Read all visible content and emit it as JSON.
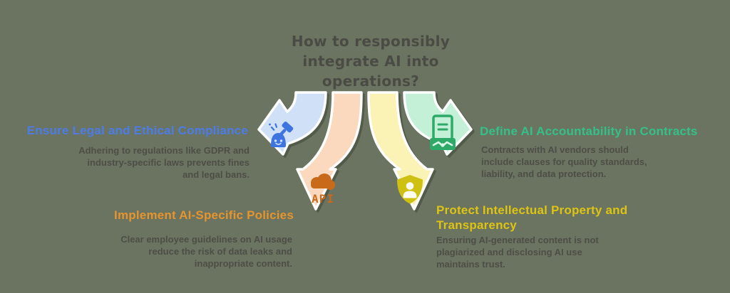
{
  "canvas": {
    "background": "#6B7460",
    "title": "How to responsibly integrate AI into operations?",
    "title_color": "#4A4B44",
    "body_text_color": "#4D4E47",
    "arrow_outline_color": "#FFFFFF"
  },
  "sections": {
    "compliance": {
      "heading": "Ensure Legal and Ethical Compliance",
      "description": "Adhering to regulations like GDPR and industry-specific laws prevents fines and legal bans.",
      "heading_color": "#4C7CE6",
      "arrow_fill": "#CFE0F7",
      "icon": "gavel-icon",
      "icon_color": "#3D74E0"
    },
    "policies": {
      "heading": "Implement AI-Specific Policies",
      "description": "Clear employee guidelines on AI usage reduce the risk of data leaks and inappropriate content.",
      "heading_color": "#E6952E",
      "arrow_fill": "#FAD9BE",
      "icon": "cloud-api-icon",
      "icon_label": "API",
      "icon_color": "#C96A1B"
    },
    "contracts": {
      "heading": "Define AI Accountability in Contracts",
      "description": "Contracts with AI vendors should include clauses for quality standards, liability, and data protection.",
      "heading_color": "#33C189",
      "arrow_fill": "#C3F0D6",
      "icon": "contract-handshake-icon",
      "icon_color": "#2EA968"
    },
    "ip": {
      "heading": "Protect Intellectual Property and Transparency",
      "description": "Ensuring AI-generated content is not plagiarized and disclosing AI use maintains trust.",
      "heading_color": "#DDC414",
      "arrow_fill": "#FBF3B6",
      "icon": "shield-user-icon",
      "icon_color": "#CFC014"
    }
  }
}
